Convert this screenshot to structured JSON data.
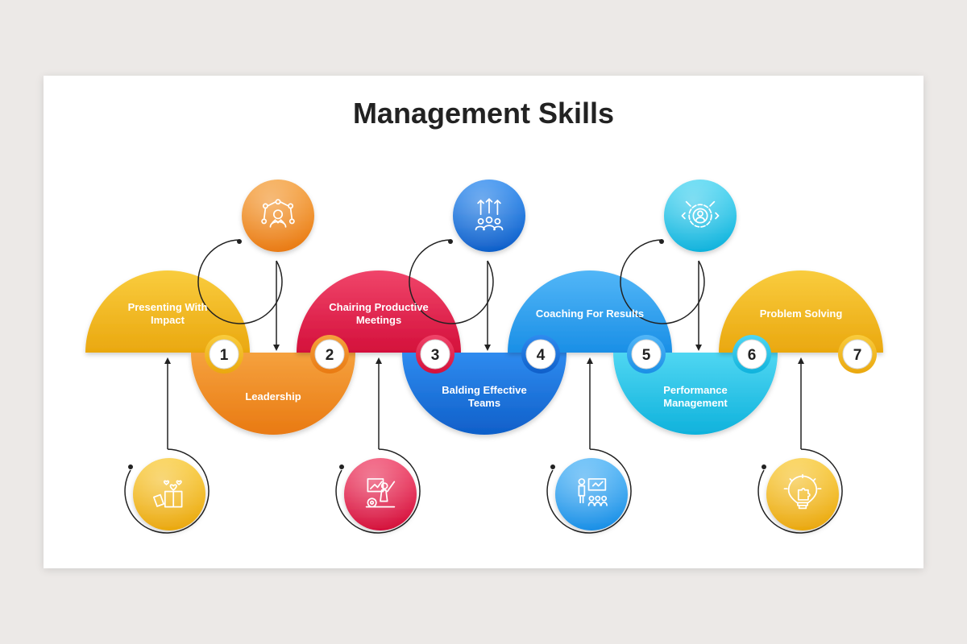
{
  "title": "Management Skills",
  "colors": {
    "yellow": "#f2b61f",
    "orange": "#ef8b22",
    "red": "#e0234a",
    "blue": "#1a73dc",
    "light_blue": "#2aa3ee",
    "cyan": "#1ec2e6",
    "line": "#222222",
    "background": "#ece9e7",
    "slide": "#ffffff"
  },
  "steps": [
    {
      "number": "1",
      "label_lines": [
        "Presenting With",
        "Impact"
      ],
      "color": "yellow",
      "icon": "gift-box-hearts-icon"
    },
    {
      "number": "2",
      "label_lines": [
        "Leadership"
      ],
      "color": "orange",
      "icon": "leader-network-icon"
    },
    {
      "number": "3",
      "label_lines": [
        "Chairing Productive",
        "Meetings"
      ],
      "color": "red",
      "icon": "presenter-growth-icon"
    },
    {
      "number": "4",
      "label_lines": [
        "Balding Effective",
        "Teams"
      ],
      "color": "blue",
      "icon": "team-growth-arrows-icon"
    },
    {
      "number": "5",
      "label_lines": [
        "Coaching For Results"
      ],
      "color": "light_blue",
      "icon": "presentation-audience-icon"
    },
    {
      "number": "6",
      "label_lines": [
        "Performance",
        "Management"
      ],
      "color": "cyan",
      "icon": "gear-target-user-icon"
    },
    {
      "number": "7",
      "label_lines": [
        "Problem Solving"
      ],
      "color": "yellow",
      "icon": "lightbulb-puzzle-icon"
    }
  ]
}
